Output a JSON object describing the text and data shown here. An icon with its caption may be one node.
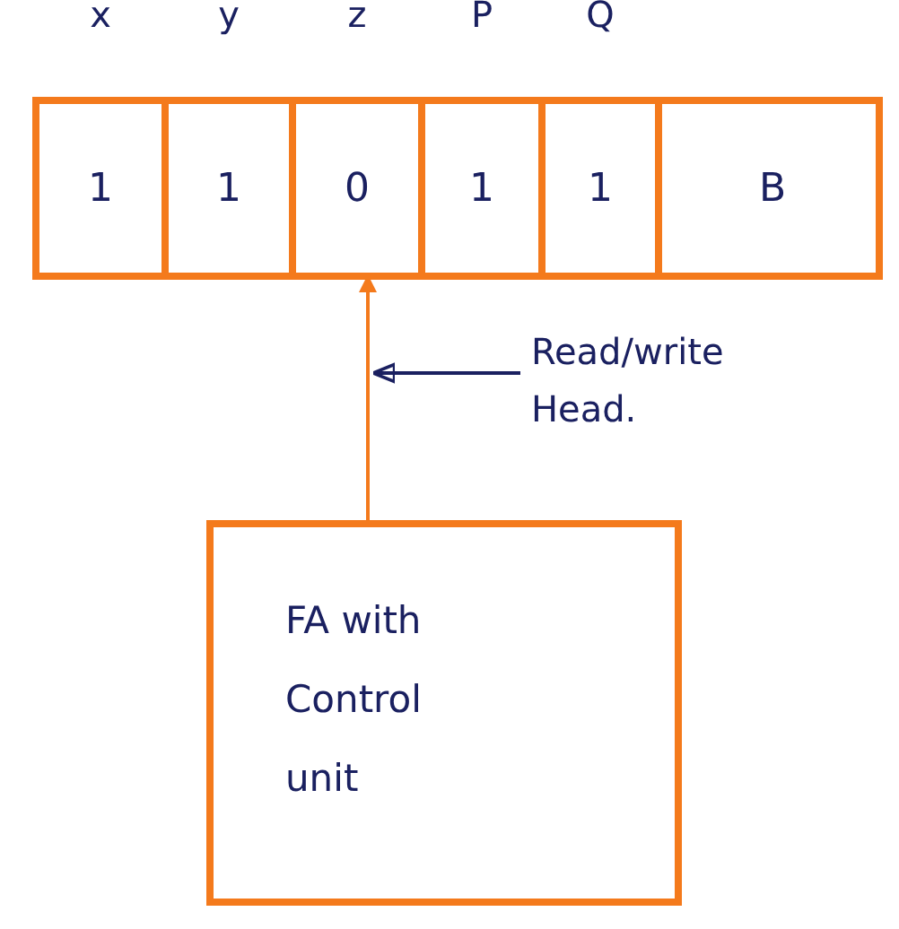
{
  "diagram": {
    "nodes": [
      {
        "text": [],
        "shape": "box"
      },
      {
        "text": [
          "1"
        ],
        "in": 0,
        "beside": [
          "x"
        ]
      },
      {
        "text": [
          "1"
        ],
        "in": 0,
        "beside": [
          "y"
        ]
      },
      {
        "text": [
          "0"
        ],
        "in": 0,
        "beside": [
          "z"
        ]
      },
      {
        "text": [
          "1"
        ],
        "in": 0,
        "beside": [
          "P"
        ]
      },
      {
        "text": [
          "1"
        ],
        "in": 0,
        "beside": [
          "Q"
        ]
      },
      {
        "text": [
          "B"
        ],
        "in": 0
      },
      {
        "text": [
          "FA with Control unit"
        ]
      },
      {
        "text": [
          "Read/write Head."
        ]
      }
    ],
    "edges": [
      {
        "from": 7,
        "to": 3,
        "arrow": "to"
      },
      {
        "from": 8,
        "to": null,
        "arrow": "to",
        "color": "#1a2060"
      }
    ]
  }
}
